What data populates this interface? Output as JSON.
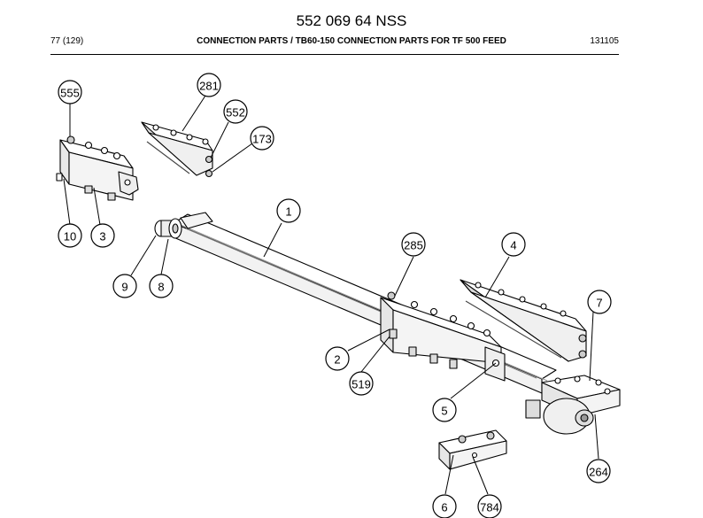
{
  "document": {
    "part_number": "552 069 64 NSS",
    "page": "77 (129)",
    "section_title": "CONNECTION PARTS / TB60-150 CONNECTION PARTS FOR TF 500 FEED",
    "date_code": "131105"
  },
  "callouts": [
    {
      "id": "c-555",
      "label": "555"
    },
    {
      "id": "c-281",
      "label": "281"
    },
    {
      "id": "c-552",
      "label": "552"
    },
    {
      "id": "c-173",
      "label": "173"
    },
    {
      "id": "c-10",
      "label": "10"
    },
    {
      "id": "c-3",
      "label": "3"
    },
    {
      "id": "c-1",
      "label": "1"
    },
    {
      "id": "c-9",
      "label": "9"
    },
    {
      "id": "c-8",
      "label": "8"
    },
    {
      "id": "c-285",
      "label": "285"
    },
    {
      "id": "c-4",
      "label": "4"
    },
    {
      "id": "c-7",
      "label": "7"
    },
    {
      "id": "c-2",
      "label": "2"
    },
    {
      "id": "c-519",
      "label": "519"
    },
    {
      "id": "c-5",
      "label": "5"
    },
    {
      "id": "c-264",
      "label": "264"
    },
    {
      "id": "c-6",
      "label": "6"
    },
    {
      "id": "c-784",
      "label": "784"
    }
  ]
}
